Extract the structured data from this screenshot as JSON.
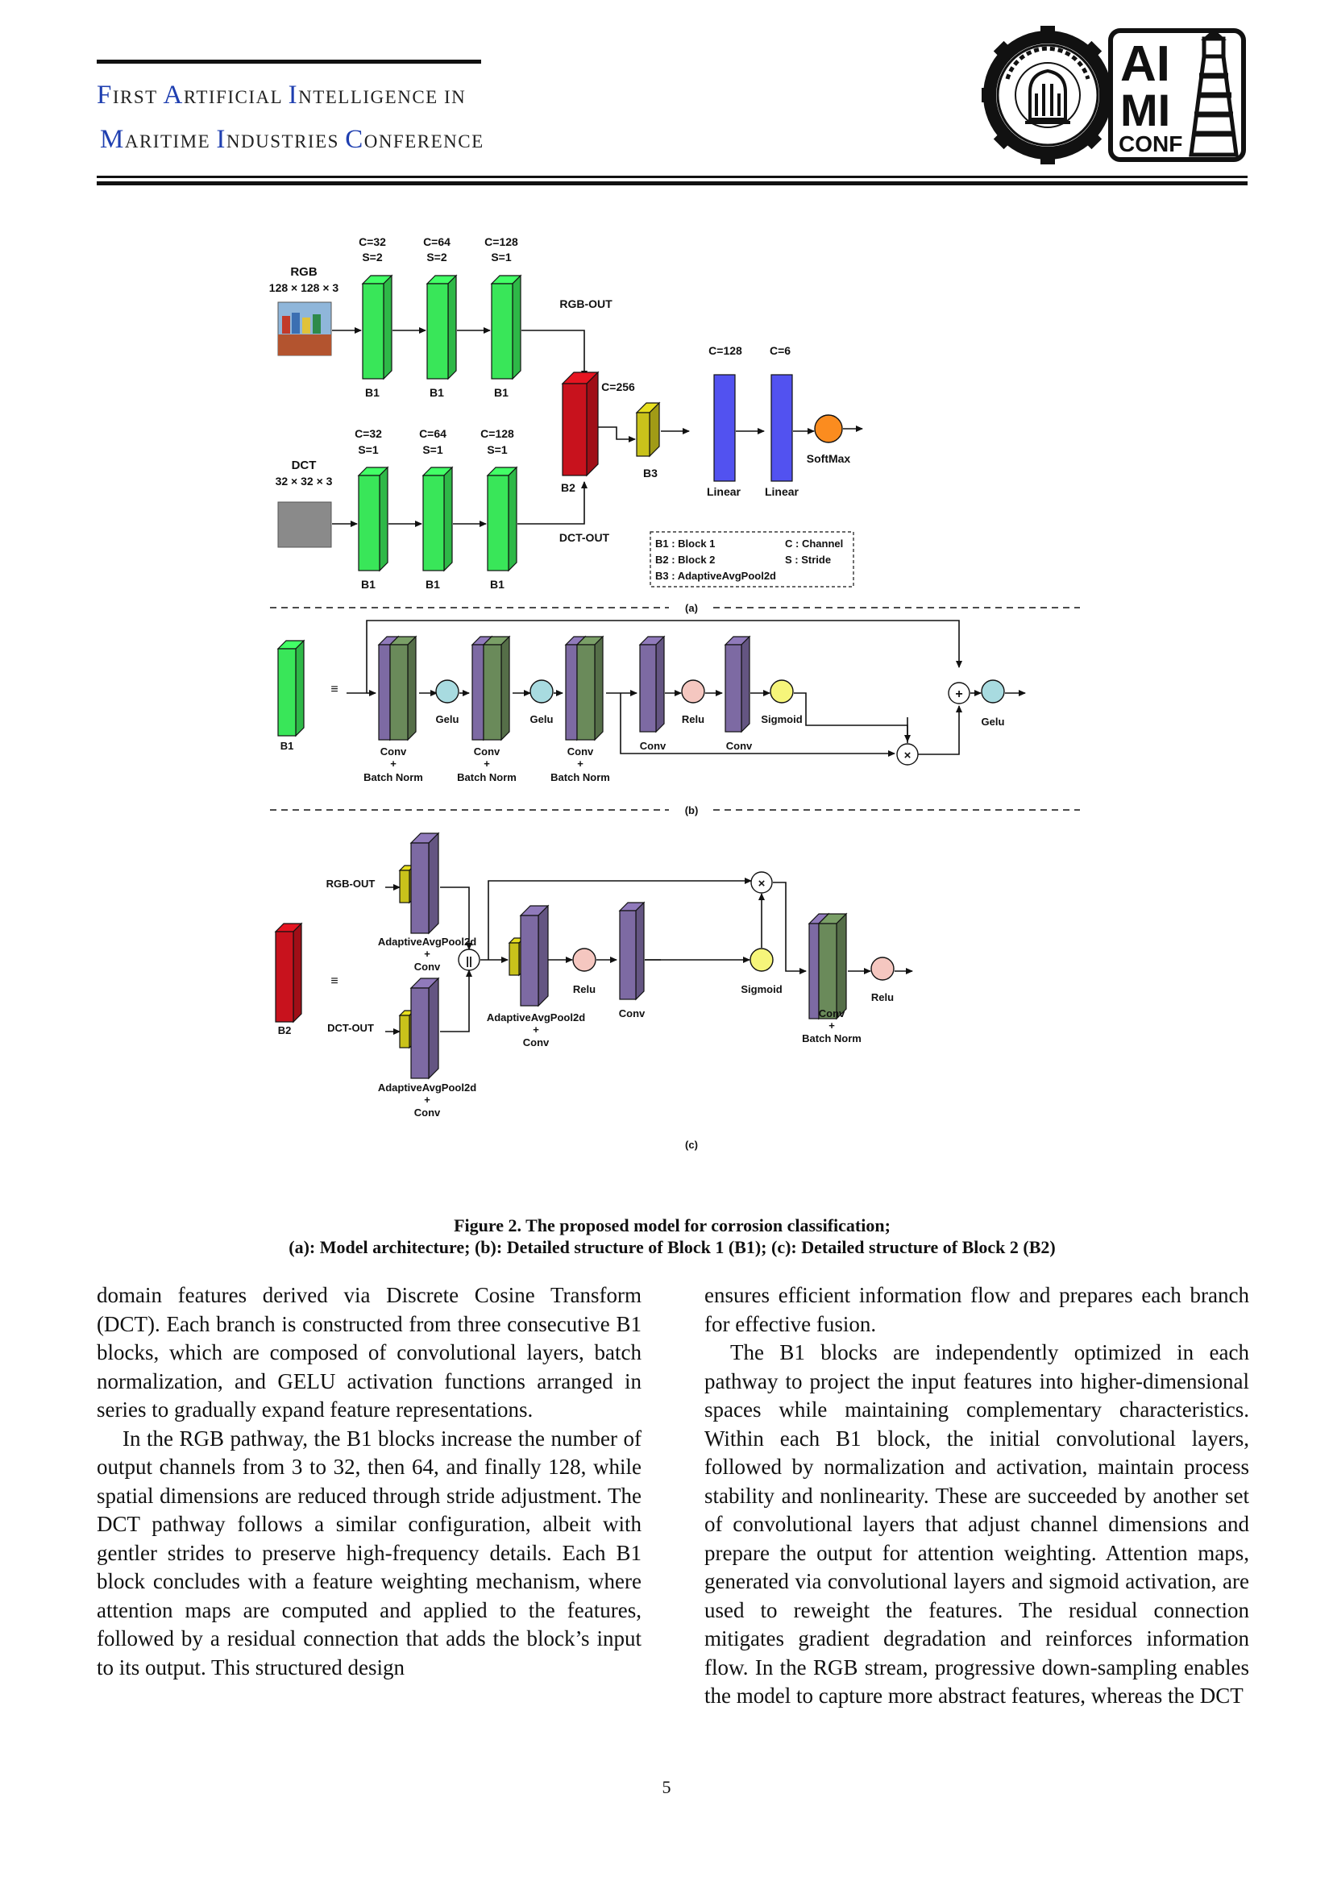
{
  "header": {
    "line1": [
      {
        "cap": "F",
        "rest": "IRST "
      },
      {
        "cap": "A",
        "rest": "RTIFICIAL "
      },
      {
        "cap": "I",
        "rest": "NTELLIGENCE IN"
      }
    ],
    "line2": [
      {
        "cap": "M",
        "rest": "ARITIME "
      },
      {
        "cap": "I",
        "rest": "NDUSTRIES "
      },
      {
        "cap": "C",
        "rest": "ONFERENCE"
      }
    ],
    "logo_text": [
      "AI",
      "MI",
      "CONF"
    ]
  },
  "figure": {
    "panel_a": {
      "rgb_label": "RGB",
      "rgb_dims": "128 × 128 × 3",
      "dct_label": "DCT",
      "dct_dims": "32 × 32 × 3",
      "rgb_blocks": [
        {
          "c": "C=32",
          "s": "S=2",
          "name": "B1"
        },
        {
          "c": "C=64",
          "s": "S=2",
          "name": "B1"
        },
        {
          "c": "C=128",
          "s": "S=1",
          "name": "B1"
        }
      ],
      "dct_blocks": [
        {
          "c": "C=32",
          "s": "S=1",
          "name": "B1"
        },
        {
          "c": "C=64",
          "s": "S=1",
          "name": "B1"
        },
        {
          "c": "C=128",
          "s": "S=1",
          "name": "B1"
        }
      ],
      "rgb_out": "RGB-OUT",
      "dct_out": "DCT-OUT",
      "b2_c": "C=256",
      "b2_name": "B2",
      "b3_name": "B3",
      "linear1_c": "C=128",
      "linear2_c": "C=6",
      "linear_label": "Linear",
      "softmax_label": "SoftMax",
      "legend": [
        "B1 : Block 1",
        "B2 : Block 2",
        "B3 : AdaptiveAvgPool2d",
        "C : Channel",
        "S : Stride"
      ],
      "tag": "(a)"
    },
    "panel_b": {
      "b1_label": "B1",
      "equiv": "≡",
      "conv_bn": [
        "Conv",
        "+",
        "Batch Norm"
      ],
      "gelu": "Gelu",
      "relu": "Relu",
      "sigmoid": "Sigmoid",
      "conv": "Conv",
      "plus": "+",
      "times": "×",
      "tag": "(b)"
    },
    "panel_c": {
      "b2_label": "B2",
      "equiv": "≡",
      "rgb_out": "RGB-OUT",
      "dct_out": "DCT-OUT",
      "pool_conv": [
        "AdaptiveAvgPool2d",
        "+",
        "Conv"
      ],
      "concat": "||",
      "relu": "Relu",
      "sigmoid": "Sigmoid",
      "conv": "Conv",
      "conv_bn": [
        "Conv",
        "+",
        "Batch Norm"
      ],
      "times": "×",
      "tag": "(c)"
    },
    "colors": {
      "green": "#39e659",
      "red": "#c8121d",
      "olive": "#c9c21b",
      "blue": "#5252f0",
      "purple": "#7d6aa3",
      "darkgreen": "#6a8a5a",
      "orange": "#fb8c1f",
      "lightblue": "#a8dbe0",
      "pink": "#f5c7c0",
      "yellow": "#f6f57a"
    }
  },
  "caption": {
    "line1": "Figure 2. The proposed model for corrosion classification;",
    "line2": "(a): Model architecture; (b): Detailed structure of Block 1 (B1); (c): Detailed structure of Block 2 (B2)"
  },
  "body": {
    "left": [
      "domain features derived via Discrete Cosine Transform (DCT). Each branch is constructed from three consecutive B1 blocks, which are composed of convolutional layers, batch normalization, and GELU activation functions arranged in series to gradually expand feature representations.",
      "In the RGB pathway, the B1 blocks increase the number of output channels from 3 to 32, then 64, and finally 128, while spatial dimensions are reduced through stride adjustment. The DCT pathway follows a similar configuration, albeit with gentler strides to preserve high-frequency details. Each B1 block concludes with a feature weighting mechanism, where attention maps are computed and applied to the features, followed by a residual connection that adds the block’s input to its output. This structured design"
    ],
    "right": [
      "ensures efficient information flow and prepares each branch for effective fusion.",
      "The B1 blocks are independently optimized in each pathway to project the input features into higher-dimensional spaces while maintaining complementary characteristics. Within each B1 block, the initial convolutional layers, followed by normalization and activation, maintain process stability and nonlinearity. These are succeeded by another set of convolutional layers that adjust channel dimensions and prepare the output for attention weighting. Attention maps, generated via convolutional layers and sigmoid activation, are used to reweight the features. The residual connection mitigates gradient degradation and reinforces information flow. In the RGB stream, progressive down-sampling enables the model to capture more abstract features, whereas the DCT"
    ]
  },
  "page_number": "5"
}
